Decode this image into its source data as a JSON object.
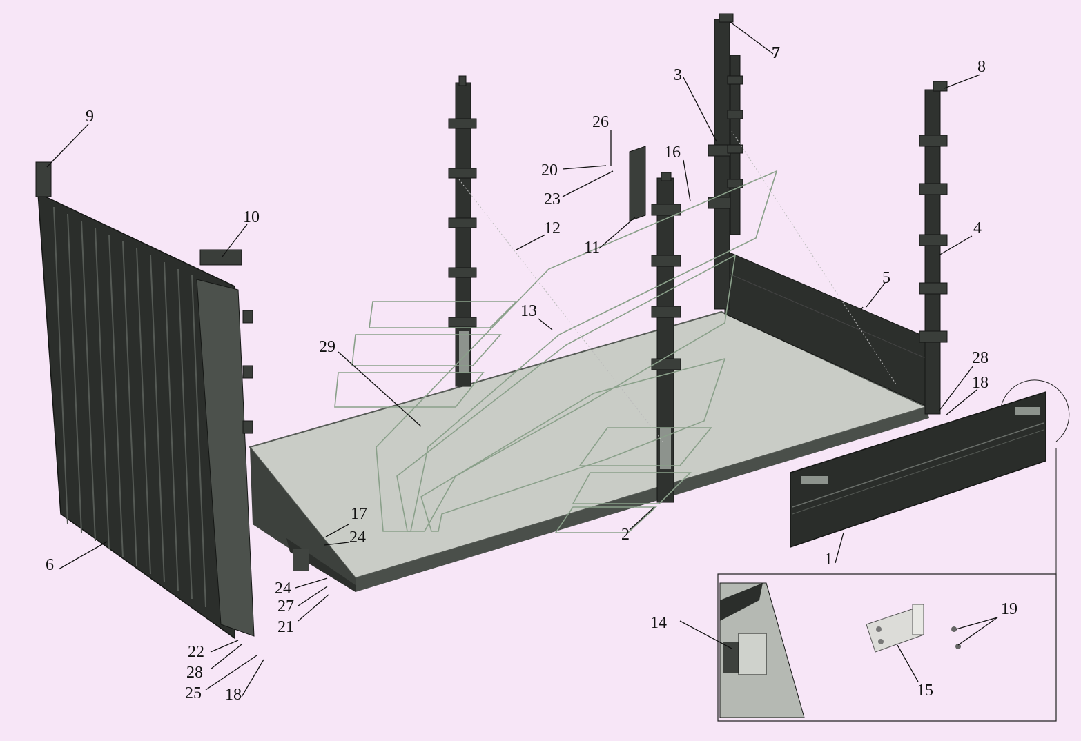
{
  "colors": {
    "background": "#f7e6f7",
    "panel_dark": "#2f322f",
    "floor": "#c9ccc6",
    "floor_edge": "#555a55",
    "logo_stroke": "#8aa08a",
    "callout_text": "#111111"
  },
  "callouts": {
    "c1": "1",
    "c2": "2",
    "c3": "3",
    "c4": "4",
    "c5": "5",
    "c6": "6",
    "c7": "7",
    "c8": "8",
    "c9": "9",
    "c10": "10",
    "c11": "11",
    "c12": "12",
    "c13": "13",
    "c14": "14",
    "c15": "15",
    "c16": "16",
    "c17": "17",
    "c18a": "18",
    "c18b": "18",
    "c19": "19",
    "c20": "20",
    "c21": "21",
    "c22": "22",
    "c23": "23",
    "c24a": "24",
    "c24b": "24",
    "c25": "25",
    "c26": "26",
    "c27": "27",
    "c28a": "28",
    "c28b": "28",
    "c29": "29"
  }
}
